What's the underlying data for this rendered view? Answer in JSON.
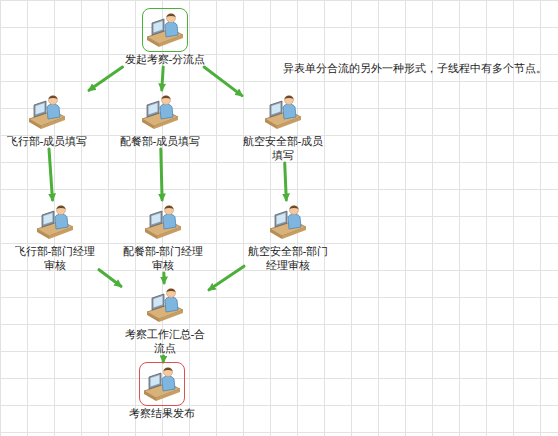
{
  "diagram": {
    "nodes": [
      {
        "text": [
          "发起考察-分流点"
        ]
      },
      {
        "text": [
          "飞行部-成员填写"
        ]
      },
      {
        "text": [
          "配餐部-成员填写"
        ]
      },
      {
        "text": [
          "航空安全部-成员填写"
        ]
      },
      {
        "text": [
          "飞行部-部门经理审核"
        ]
      },
      {
        "text": [
          "配餐部-部门经理审核"
        ]
      },
      {
        "text": [
          "航空安全部-部门经理审核"
        ]
      },
      {
        "text": [
          "考察工作汇总-合流点"
        ]
      },
      {
        "text": [
          "考察结果发布"
        ]
      }
    ],
    "edges": [
      {
        "from": 0,
        "to": 1,
        "arrow": "to"
      },
      {
        "from": 0,
        "to": 2,
        "arrow": "to"
      },
      {
        "from": 0,
        "to": 3,
        "arrow": "to"
      },
      {
        "from": 1,
        "to": 4,
        "arrow": "to"
      },
      {
        "from": 2,
        "to": 5,
        "arrow": "to"
      },
      {
        "from": 3,
        "to": 6,
        "arrow": "to"
      },
      {
        "from": 4,
        "to": 7,
        "arrow": "to"
      },
      {
        "from": 5,
        "to": 7,
        "arrow": "to"
      },
      {
        "from": 6,
        "to": 7,
        "arrow": "to"
      },
      {
        "from": 7,
        "to": 8,
        "arrow": "to"
      }
    ],
    "labels": [
      "异表单分合流的另外一种形式，子线程中有多个节点。"
    ]
  }
}
